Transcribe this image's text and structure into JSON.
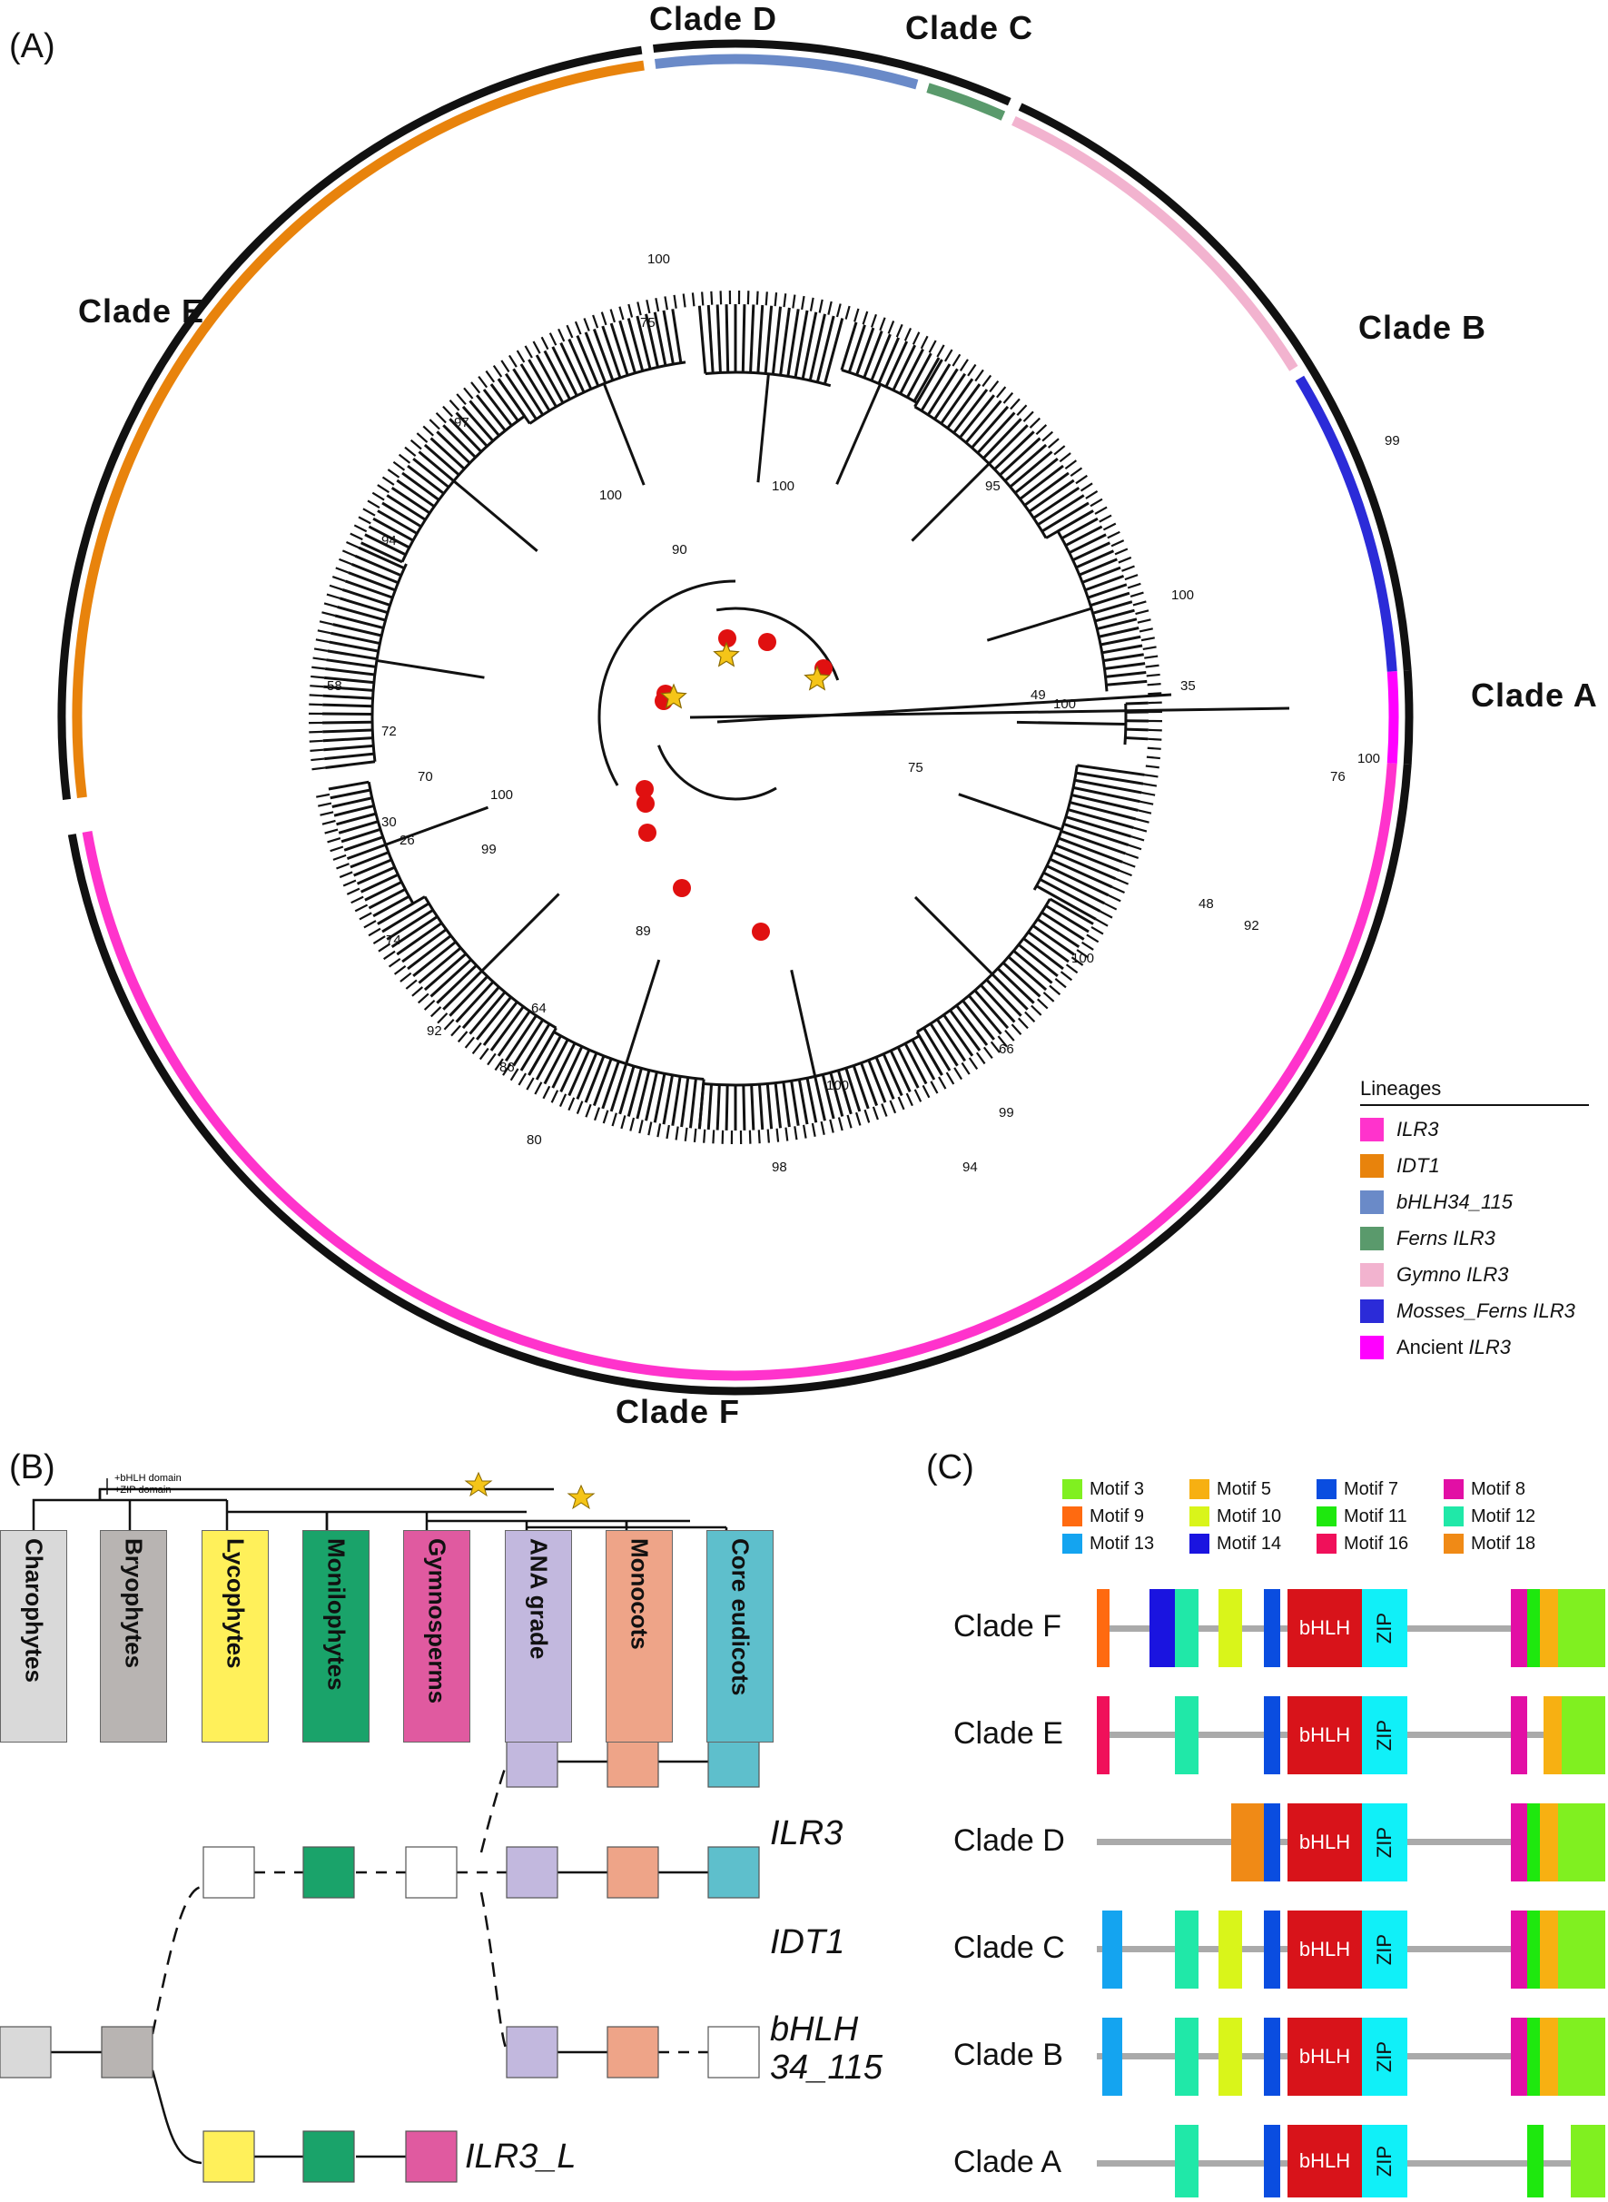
{
  "panel_a": {
    "label": "(A)",
    "clades": [
      {
        "name": "Clade A",
        "color": "#ff00ff"
      },
      {
        "name": "Clade B",
        "color": "#3333cc"
      },
      {
        "name": "Clade C",
        "color": "#5a9a6c"
      },
      {
        "name": "Clade D",
        "color": "#6a8ac8"
      },
      {
        "name": "Clade E",
        "color": "#e8830c"
      },
      {
        "name": "Clade F",
        "color": "#ff33cc"
      }
    ],
    "legend": {
      "title": "Lineages",
      "items": [
        {
          "label": "ILR3",
          "color": "#ff33cc"
        },
        {
          "label": "IDT1",
          "color": "#e8830c"
        },
        {
          "label": "bHLH34_115",
          "color": "#6a8ac8"
        },
        {
          "label": "Ferns ILR3",
          "color": "#5a9a6c"
        },
        {
          "label": "Gymno ILR3",
          "color": "#f2b3cf"
        },
        {
          "label": "Mosses_Ferns ILR3",
          "color": "#2b2bd8"
        },
        {
          "label": "Ancient ILR3",
          "color": "#ff00ff"
        }
      ]
    },
    "node_labels": [
      "100",
      "99",
      "90",
      "100",
      "75",
      "100",
      "99",
      "95",
      "100",
      "48",
      "100",
      "49",
      "35",
      "100",
      "89",
      "92",
      "86",
      "66",
      "94",
      "100",
      "99",
      "98",
      "75",
      "100",
      "97",
      "94",
      "72",
      "70",
      "58",
      "30",
      "26",
      "74",
      "80",
      "76",
      "92",
      "100",
      "64"
    ]
  },
  "panel_b": {
    "label": "(B)",
    "domain_note_1": "+bHLH domain",
    "domain_note_2": "+ZIP domain",
    "taxa": [
      {
        "name": "Charophytes",
        "color": "#d9d9d9"
      },
      {
        "name": "Bryophytes",
        "color": "#b8b4b2"
      },
      {
        "name": "Lycophytes",
        "color": "#fff05a"
      },
      {
        "name": "Monilophytes",
        "color": "#1aa36a"
      },
      {
        "name": "Gymnosperms",
        "color": "#e05aa0"
      },
      {
        "name": "ANA grade",
        "color": "#c2b8de"
      },
      {
        "name": "Monocots",
        "color": "#eea488"
      },
      {
        "name": "Core eudicots",
        "color": "#5ebfcc"
      }
    ],
    "genes": {
      "ilr3": "ILR3",
      "idt1": "IDT1",
      "bhlh_1": "bHLH",
      "bhlh_2": "34_115",
      "ilr3l": "ILR3_L"
    }
  },
  "panel_c": {
    "label": "(C)",
    "motifs": [
      {
        "name": "Motif 3",
        "color": "#80f020"
      },
      {
        "name": "Motif 5",
        "color": "#f7b012"
      },
      {
        "name": "Motif 7",
        "color": "#0a4de0"
      },
      {
        "name": "Motif 8",
        "color": "#e20fa5"
      },
      {
        "name": "Motif 9",
        "color": "#ff6a10"
      },
      {
        "name": "Motif 10",
        "color": "#d9f51a"
      },
      {
        "name": "Motif 11",
        "color": "#1ee80e"
      },
      {
        "name": "Motif 12",
        "color": "#20e8a8"
      },
      {
        "name": "Motif 13",
        "color": "#14a4f0"
      },
      {
        "name": "Motif 14",
        "color": "#1a14e0"
      },
      {
        "name": "Motif 16",
        "color": "#f0105a"
      },
      {
        "name": "Motif 18",
        "color": "#f08a16"
      }
    ],
    "domain_labels": {
      "bhlh": "bHLH",
      "zip": "ZIP"
    },
    "rows": [
      {
        "clade": "Clade F"
      },
      {
        "clade": "Clade E"
      },
      {
        "clade": "Clade D"
      },
      {
        "clade": "Clade C"
      },
      {
        "clade": "Clade B"
      },
      {
        "clade": "Clade A"
      }
    ]
  }
}
